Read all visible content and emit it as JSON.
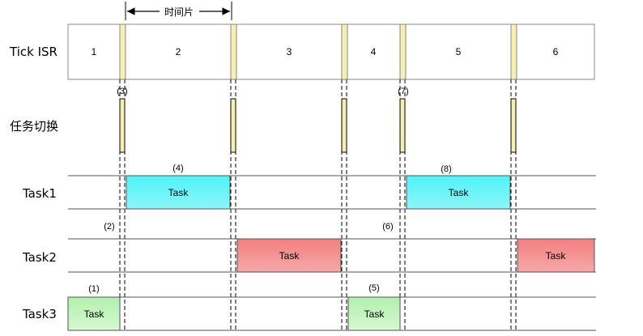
{
  "rows": {
    "tick_isr": "Tick ISR",
    "task_switch": "任务切换",
    "task1": "Task1",
    "task2": "Task2",
    "task3": "Task3"
  },
  "time_slice_label": "时间片",
  "isr_segments": [
    "1",
    "2",
    "3",
    "4",
    "5",
    "6"
  ],
  "task_blocks": {
    "task1_a": "Task",
    "task1_b": "Task",
    "task2_a": "Task",
    "task2_b": "Task",
    "task3_a": "Task",
    "task3_b": "Task"
  },
  "markers": {
    "m1": "(1)",
    "m2": "(2)",
    "m3": "(3)",
    "m4": "(4)",
    "m5": "(5)",
    "m6": "(6)",
    "m7": "(7)",
    "m8": "(8)"
  },
  "colors": {
    "task1": "#55f0f5",
    "task2": "#f07a7a",
    "task3": "#b5f0b0",
    "tick_marker": "#f5f0b0",
    "border": "#888888"
  }
}
